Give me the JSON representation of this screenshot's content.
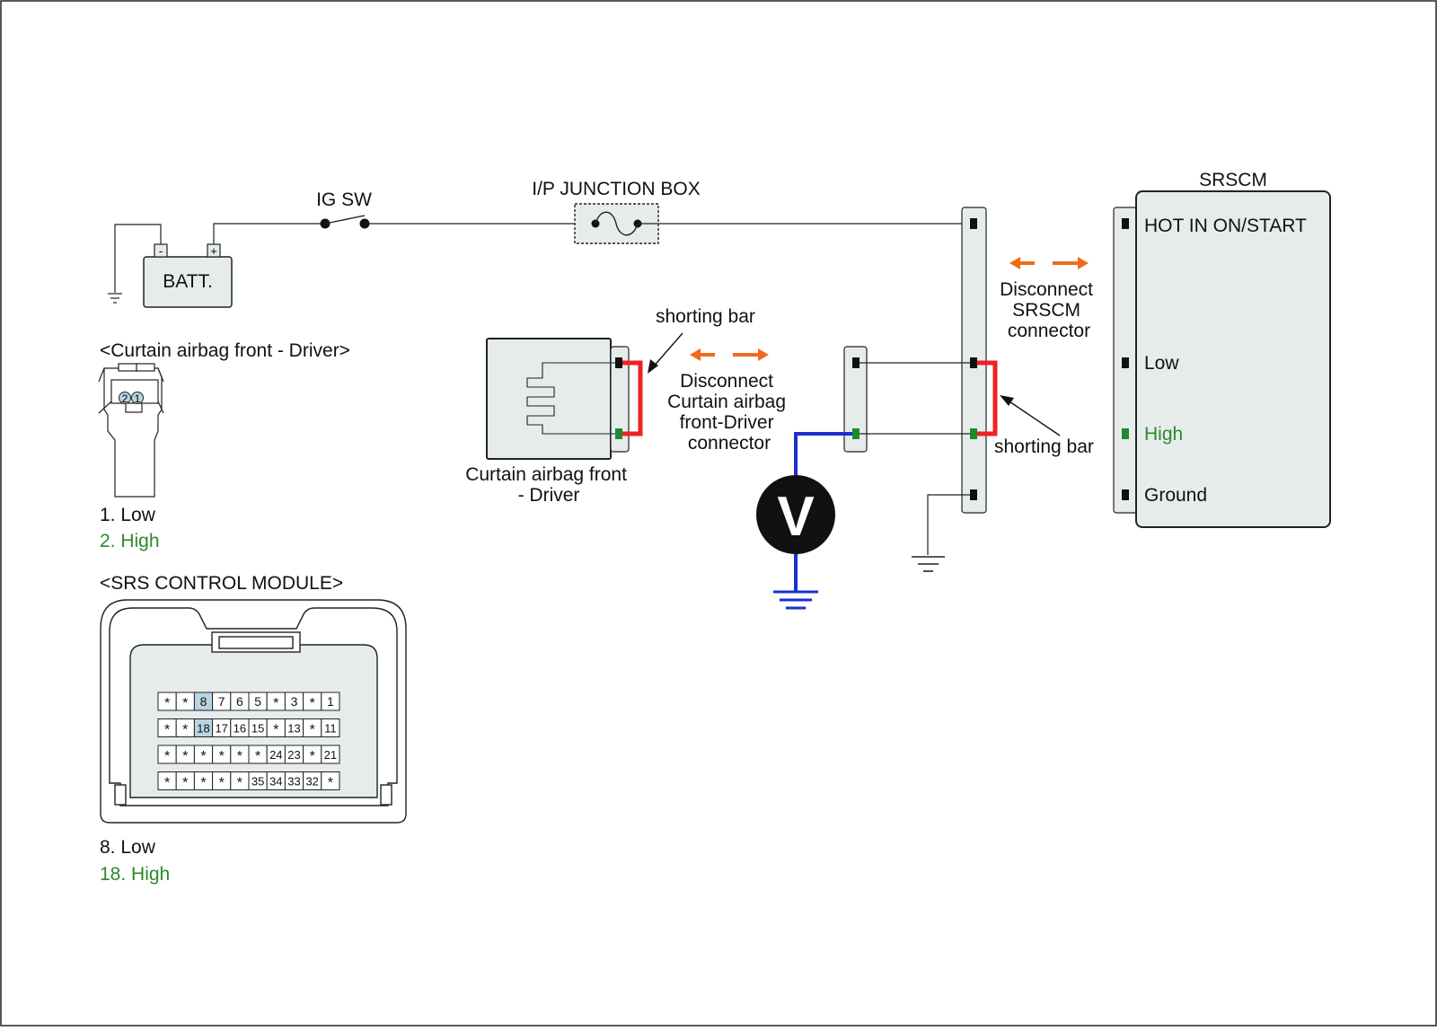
{
  "colors": {
    "component_fill": "#e6ecec",
    "pin_black": "#111111",
    "pin_green": "#1e8a2e",
    "shorting_bar": "#ee2222",
    "probe_wire": "#1a2fd0",
    "disconnect_arrow": "#f06a1a",
    "high_text": "#2b8a2b",
    "pin_highlight": "#b7d4e2"
  },
  "power": {
    "battery_label": "BATT.",
    "battery_neg": "-",
    "battery_pos": "+",
    "ig_switch_label": "IG SW",
    "junction_box_label": "I/P JUNCTION BOX"
  },
  "srscm": {
    "title": "SRSCM",
    "pins": [
      "HOT IN ON/START",
      "Low",
      "High",
      "Ground"
    ],
    "disconnect_label": [
      "Disconnect",
      "SRSCM",
      "connector"
    ]
  },
  "shorting_bar_label": "shorting bar",
  "curtain": {
    "component_label": [
      "Curtain airbag front",
      "- Driver"
    ],
    "disconnect_label": [
      "Disconnect",
      "Curtain airbag",
      "front-Driver",
      "connector"
    ]
  },
  "meter": {
    "symbol": "V"
  },
  "connector_curtain": {
    "title": "<Curtain airbag front - Driver>",
    "pin_numbers": [
      "2",
      "1"
    ],
    "legend": [
      "1. Low",
      "2. High"
    ]
  },
  "connector_srs": {
    "title": "<SRS CONTROL MODULE>",
    "rows": [
      [
        "*",
        "*",
        "8",
        "7",
        "6",
        "5",
        "*",
        "3",
        "*",
        "1"
      ],
      [
        "*",
        "*",
        "18",
        "17",
        "16",
        "15",
        "*",
        "13",
        "*",
        "11"
      ],
      [
        "*",
        "*",
        "*",
        "*",
        "*",
        "*",
        "24",
        "23",
        "*",
        "21"
      ],
      [
        "*",
        "*",
        "*",
        "*",
        "*",
        "35",
        "34",
        "33",
        "32",
        "*"
      ]
    ],
    "highlighted": [
      "8",
      "18"
    ],
    "legend": [
      "8. Low",
      "18. High"
    ]
  }
}
